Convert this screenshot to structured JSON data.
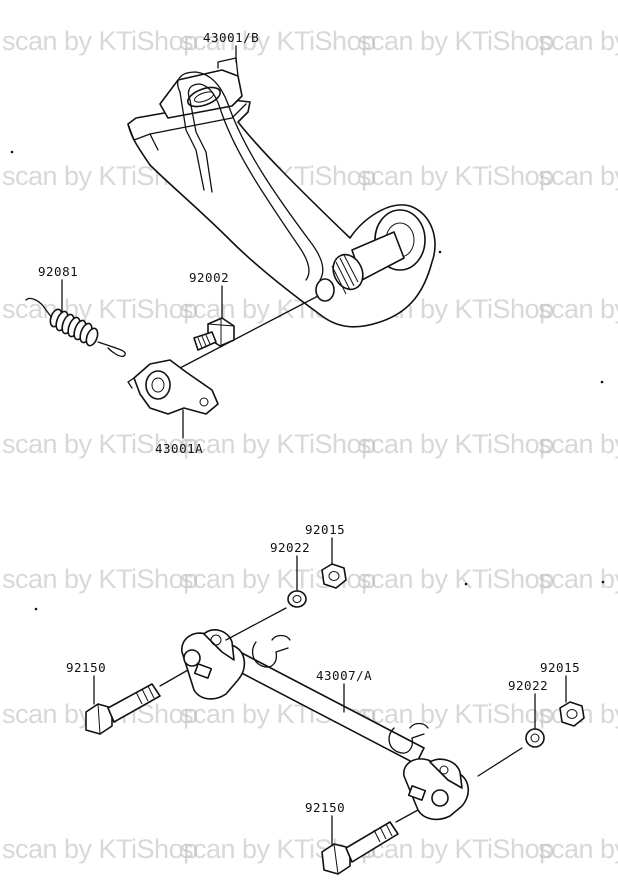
{
  "watermark": {
    "text": "scan by KTiShop",
    "text_cut": "scan by"
  },
  "labels": {
    "lever_b": "43001/B",
    "spring": "92081",
    "bolt_upper": "92002",
    "lever_a": "43001A",
    "nut_left": "92015",
    "washer_left": "92022",
    "bolt_left": "92150",
    "rod": "43007/A",
    "nut_right": "92015",
    "washer_right": "92022",
    "bolt_lower": "92150"
  }
}
